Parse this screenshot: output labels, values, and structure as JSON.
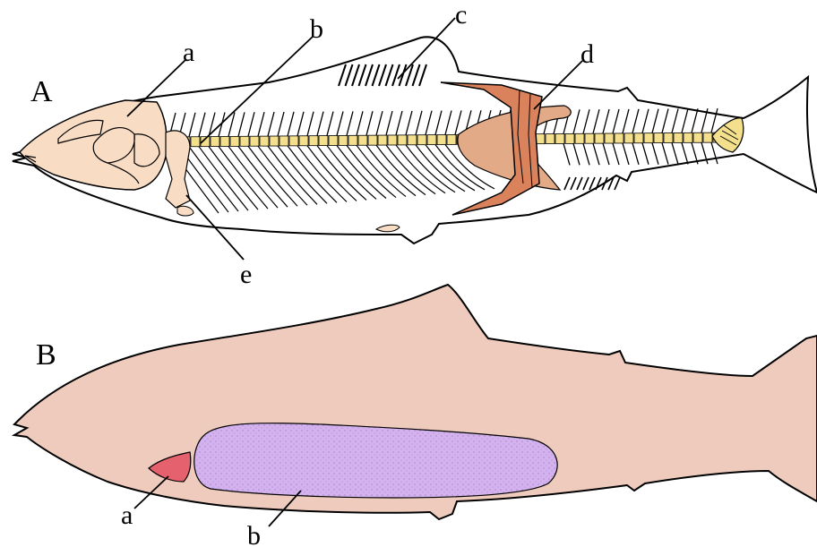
{
  "panels": [
    {
      "id": "A",
      "label": "A",
      "callouts": [
        {
          "key": "a",
          "text": "a"
        },
        {
          "key": "b",
          "text": "b"
        },
        {
          "key": "c",
          "text": "c"
        },
        {
          "key": "d",
          "text": "d"
        },
        {
          "key": "e",
          "text": "e"
        }
      ]
    },
    {
      "id": "B",
      "label": "B",
      "callouts": [
        {
          "key": "a",
          "text": "a"
        },
        {
          "key": "b",
          "text": "b"
        }
      ]
    }
  ],
  "colors": {
    "skull": "#f8dcc4",
    "vertebrae": "#f4e08c",
    "pelvic_girdle": "#d9825b",
    "pelvic_fin_base": "#e2aa87",
    "body_B": "#efcbbd",
    "organ_a_B": "#e5616e",
    "organ_b_B": "#d4b2ef",
    "outline": "#000000"
  }
}
